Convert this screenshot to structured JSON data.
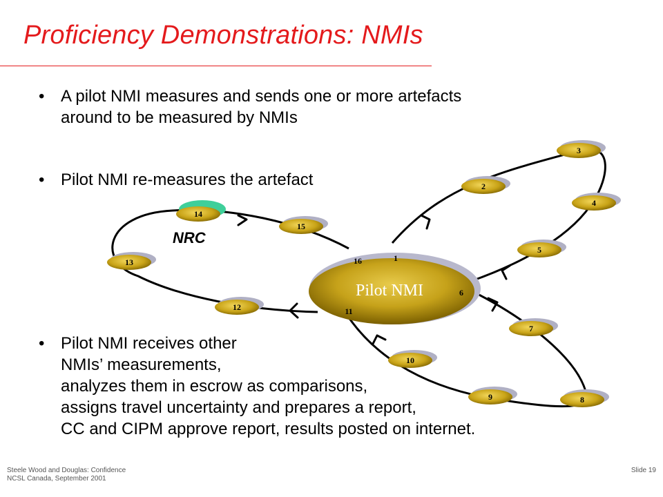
{
  "slide": {
    "title": "Proficiency Demonstrations: NMIs",
    "bullets": [
      {
        "lines": [
          "A pilot NMI measures and sends one or more artefacts",
          "around to be measured by NMIs"
        ]
      },
      {
        "lines": [
          "Pilot NMI re-measures the artefact"
        ]
      },
      {
        "lines": [
          "Pilot NMI receives other",
          "NMIs’ measurements,",
          "analyzes them in escrow as comparisons,",
          "assigns travel uncertainty and prepares a report,",
          "CC and CIPM approve report, results posted on internet."
        ]
      }
    ],
    "bullet_glyph": "•",
    "footer": {
      "left_line1": "Steele Wood and Douglas: Confidence",
      "left_line2": "NCSL Canada, September 2001",
      "right": "Slide 19"
    }
  },
  "diagram": {
    "center_label": "Pilot NMI",
    "center_ports": [
      "16",
      "1",
      "6",
      "11"
    ],
    "highlight_label": "NRC",
    "nodes": [
      "2",
      "3",
      "4",
      "5",
      "7",
      "8",
      "9",
      "10",
      "12",
      "13",
      "14",
      "15"
    ],
    "colors": {
      "node_fill": "#c9a418",
      "node_dark": "#8a6e00",
      "node_shadow": "#b0b0c4",
      "center_fill": "#c6a21a",
      "highlight": "#3fcf9a",
      "title": "#e41a1c"
    }
  }
}
